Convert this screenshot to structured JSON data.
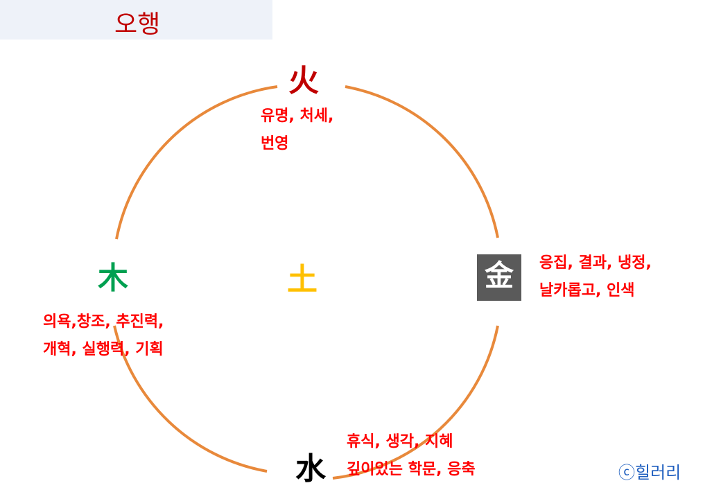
{
  "title": "오행",
  "colors": {
    "circle": "#e8893b",
    "fire": "#c00000",
    "wood": "#00a050",
    "earth": "#ffc000",
    "metal_bg": "#5a5a5a",
    "metal_text": "#ffffff",
    "water": "#000000",
    "description": "#ff0000",
    "copyright": "#1f5fbf"
  },
  "elements": {
    "fire": {
      "char": "火",
      "lines": [
        "유명, 처세,",
        "번영"
      ]
    },
    "metal": {
      "char": "金",
      "lines": [
        "응집, 결과, 냉정,",
        "날카롭고, 인색"
      ]
    },
    "water": {
      "char": "水",
      "lines": [
        "휴식, 생각, 지혜",
        "깊이있는 학문, 응축"
      ]
    },
    "wood": {
      "char": "木",
      "lines": [
        "의욕,창조, 추진력,",
        "개혁, 실행력, 기획"
      ]
    },
    "earth": {
      "char": "土"
    }
  },
  "copyright": "ⓒ힐러리"
}
